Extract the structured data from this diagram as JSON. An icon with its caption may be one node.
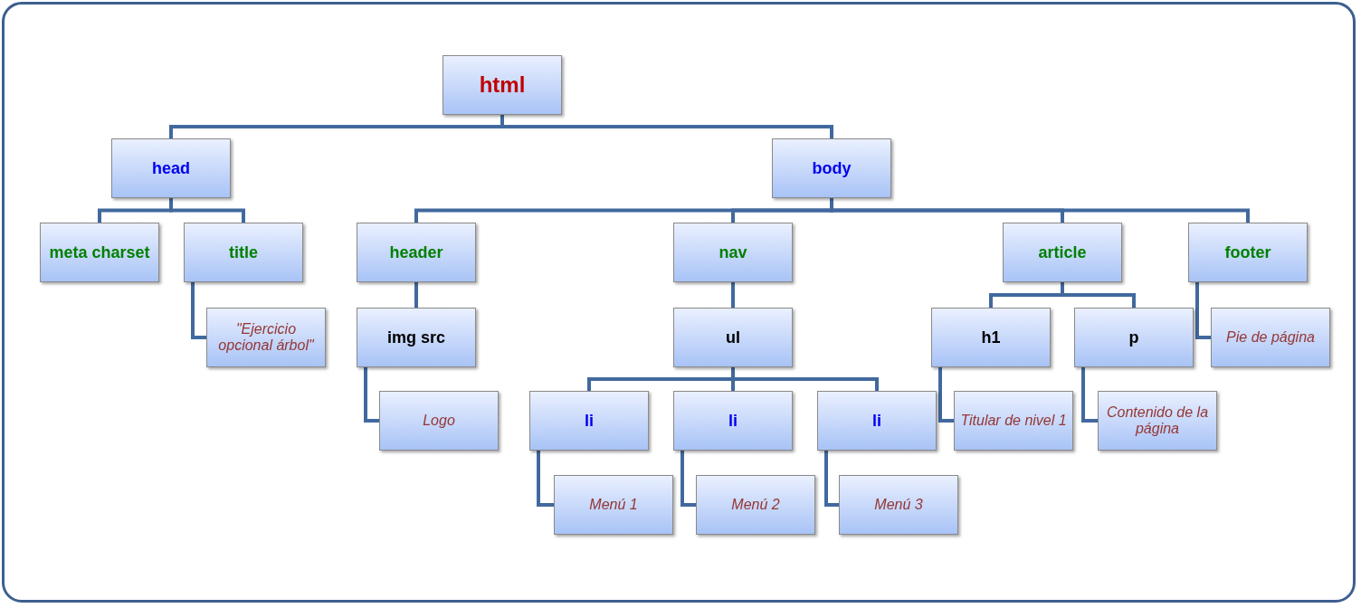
{
  "diagram": {
    "nodes": [
      {
        "text": [
          "html"
        ]
      },
      {
        "text": [
          "head"
        ]
      },
      {
        "text": [
          "body"
        ]
      },
      {
        "text": [
          "meta charset"
        ]
      },
      {
        "text": [
          "title"
        ]
      },
      {
        "text": [
          "\"Ejercicio opcional árbol\""
        ]
      },
      {
        "text": [
          "header"
        ]
      },
      {
        "text": [
          "img src"
        ]
      },
      {
        "text": [
          "Logo"
        ]
      },
      {
        "text": [
          "nav"
        ]
      },
      {
        "text": [
          "ul"
        ]
      },
      {
        "text": [
          "li"
        ]
      },
      {
        "text": [
          "li"
        ]
      },
      {
        "text": [
          "li"
        ]
      },
      {
        "text": [
          "Menú 1"
        ]
      },
      {
        "text": [
          "Menú 2"
        ]
      },
      {
        "text": [
          "Menú 3"
        ]
      },
      {
        "text": [
          "article"
        ]
      },
      {
        "text": [
          "h1"
        ]
      },
      {
        "text": [
          "Titular de nivel 1"
        ]
      },
      {
        "text": [
          "p"
        ]
      },
      {
        "text": [
          "Contenido de la página"
        ]
      },
      {
        "text": [
          "footer"
        ]
      },
      {
        "text": [
          "Pie de página"
        ]
      }
    ],
    "edges": [
      {
        "from": 0,
        "to": 1,
        "arrow": "none"
      },
      {
        "from": 0,
        "to": 2,
        "arrow": "none"
      },
      {
        "from": 1,
        "to": 3,
        "arrow": "none"
      },
      {
        "from": 1,
        "to": 4,
        "arrow": "none"
      },
      {
        "from": 4,
        "to": 5,
        "arrow": "none"
      },
      {
        "from": 2,
        "to": 6,
        "arrow": "none"
      },
      {
        "from": 2,
        "to": 9,
        "arrow": "none"
      },
      {
        "from": 2,
        "to": 17,
        "arrow": "none"
      },
      {
        "from": 2,
        "to": 22,
        "arrow": "none"
      },
      {
        "from": 6,
        "to": 7,
        "arrow": "none"
      },
      {
        "from": 7,
        "to": 8,
        "arrow": "none"
      },
      {
        "from": 9,
        "to": 10,
        "arrow": "none"
      },
      {
        "from": 10,
        "to": 11,
        "arrow": "none"
      },
      {
        "from": 10,
        "to": 12,
        "arrow": "none"
      },
      {
        "from": 10,
        "to": 13,
        "arrow": "none"
      },
      {
        "from": 11,
        "to": 14,
        "arrow": "none"
      },
      {
        "from": 12,
        "to": 15,
        "arrow": "none"
      },
      {
        "from": 13,
        "to": 16,
        "arrow": "none"
      },
      {
        "from": 17,
        "to": 18,
        "arrow": "none"
      },
      {
        "from": 17,
        "to": 20,
        "arrow": "none"
      },
      {
        "from": 18,
        "to": 19,
        "arrow": "none"
      },
      {
        "from": 20,
        "to": 21,
        "arrow": "none"
      },
      {
        "from": 22,
        "to": 23,
        "arrow": "none"
      }
    ]
  }
}
